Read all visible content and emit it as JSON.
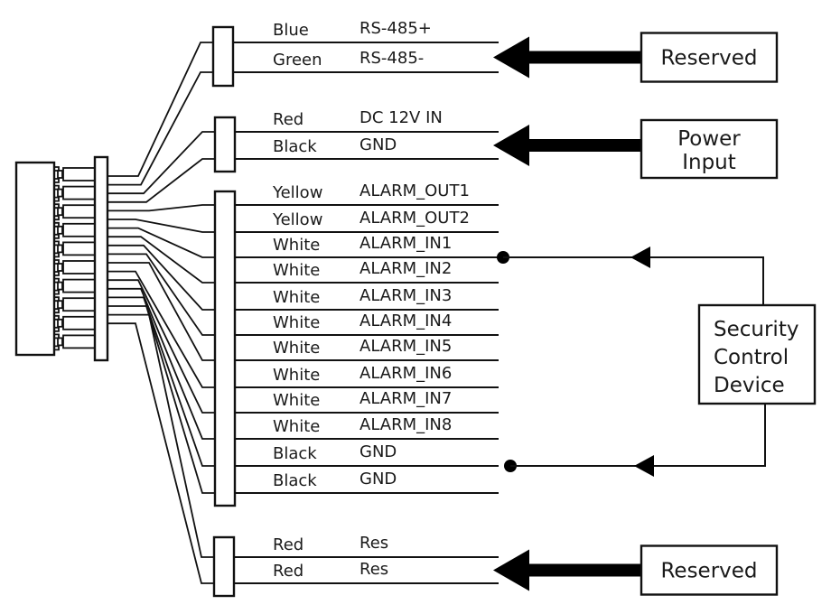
{
  "diagram": {
    "title": "Alarm / Power / RS-485 wiring",
    "groups": [
      {
        "id": "rs485",
        "wires": [
          {
            "color": "Blue",
            "signal": "RS-485+"
          },
          {
            "color": "Green",
            "signal": "RS-485-"
          }
        ],
        "target": {
          "label_lines": [
            "Reserved"
          ],
          "connection": "thick-arrow"
        }
      },
      {
        "id": "power",
        "wires": [
          {
            "color": "Red",
            "signal": "DC 12V IN"
          },
          {
            "color": "Black",
            "signal": "GND"
          }
        ],
        "target": {
          "label_lines": [
            "Power",
            "Input"
          ],
          "connection": "thick-arrow"
        }
      },
      {
        "id": "alarm",
        "wires": [
          {
            "color": "Yellow",
            "signal": "ALARM_OUT1"
          },
          {
            "color": "Yellow",
            "signal": "ALARM_OUT2"
          },
          {
            "color": "White",
            "signal": "ALARM_IN1"
          },
          {
            "color": "White",
            "signal": "ALARM_IN2"
          },
          {
            "color": "White",
            "signal": "ALARM_IN3"
          },
          {
            "color": "White",
            "signal": "ALARM_IN4"
          },
          {
            "color": "White",
            "signal": "ALARM_IN5"
          },
          {
            "color": "White",
            "signal": "ALARM_IN6"
          },
          {
            "color": "White",
            "signal": "ALARM_IN7"
          },
          {
            "color": "White",
            "signal": "ALARM_IN8"
          },
          {
            "color": "Black",
            "signal": "GND"
          },
          {
            "color": "Black",
            "signal": "GND"
          }
        ],
        "target": {
          "label_lines": [
            "Security",
            "Control",
            "Device"
          ],
          "connection": "loop",
          "connected_signals": [
            "ALARM_IN1",
            "GND"
          ]
        }
      },
      {
        "id": "reserved",
        "wires": [
          {
            "color": "Red",
            "signal": "Res"
          },
          {
            "color": "Red",
            "signal": "Res"
          }
        ],
        "target": {
          "label_lines": [
            "Reserved"
          ],
          "connection": "thick-arrow"
        }
      }
    ],
    "connector_pins": 10,
    "colors": {
      "line": "#111111",
      "text": "#1a1a1a",
      "background": "#ffffff"
    }
  }
}
